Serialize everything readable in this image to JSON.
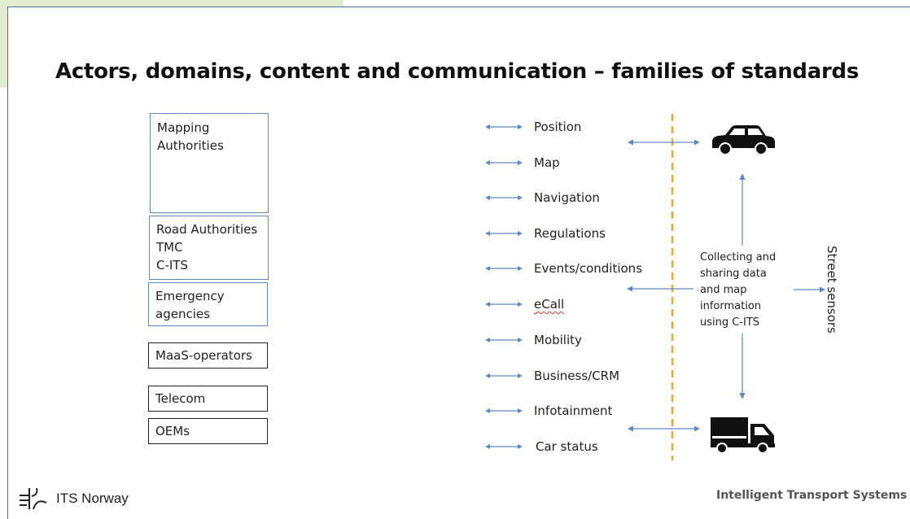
{
  "slide": {
    "title": "Actors, domains, content and communication – families of standards"
  },
  "actors": [
    {
      "lines": [
        "Mapping",
        "Authorities"
      ]
    },
    {
      "lines": [
        "Road Authorities",
        "TMC",
        "C-ITS"
      ]
    },
    {
      "lines": [
        "Emergency",
        "agencies"
      ]
    },
    {
      "lines": [
        "MaaS-operators"
      ]
    },
    {
      "lines": [
        "Telecom"
      ]
    },
    {
      "lines": [
        "OEMs"
      ]
    }
  ],
  "domains": [
    {
      "label": "Position"
    },
    {
      "label": "Map"
    },
    {
      "label": "Navigation"
    },
    {
      "label": "Regulations"
    },
    {
      "label": "Events/conditions"
    },
    {
      "label": "eCall"
    },
    {
      "label": "Mobility"
    },
    {
      "label": "Business/CRM"
    },
    {
      "label": "Infotainment"
    },
    {
      "label": "Car status"
    }
  ],
  "center": {
    "lines": [
      "Collecting and",
      "sharing data",
      "and map",
      "information",
      "using  C-ITS"
    ]
  },
  "street_sensors": "Street sensors",
  "icons": {
    "car": "car-icon",
    "truck": "truck-icon",
    "logo": "its-norway-logo-icon"
  },
  "colors": {
    "arrow": "#5b87c4",
    "divider": "#f5a623",
    "frame": "#4a6fa5",
    "corner": "#e2ecd0"
  },
  "footer": {
    "logo_text": "ITS Norway",
    "right_text": "Intelligent Transport Systems"
  }
}
